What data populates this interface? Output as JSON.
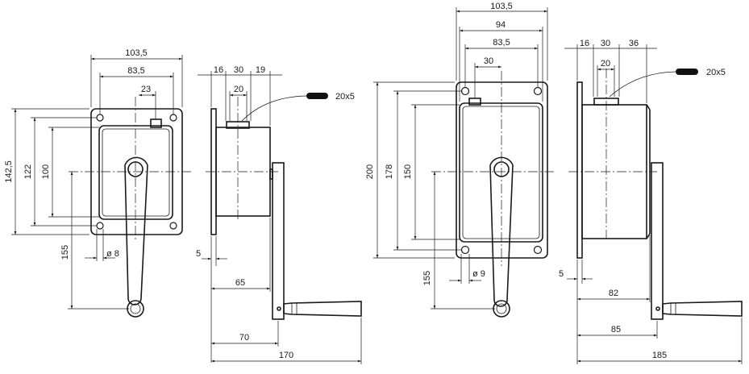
{
  "colors": {
    "line": "#1a1a1a",
    "background": "#ffffff"
  },
  "small_winch": {
    "front": {
      "width_outer": "103,5",
      "width_holes": "83,5",
      "offset_23": "23",
      "height_outer": "142,5",
      "height_holes": "122",
      "height_inner": "100",
      "crank_radius": "155",
      "hole_dia": "ø 8"
    },
    "side": {
      "d16": "16",
      "d30": "30",
      "d19": "19",
      "d20": "20",
      "key_size": "20x5",
      "d5": "5",
      "d65": "65",
      "d70": "70",
      "d170": "170"
    }
  },
  "large_winch": {
    "front": {
      "width_outer": "103,5",
      "width_94": "94",
      "width_holes": "83,5",
      "offset_30": "30",
      "height_outer": "200",
      "height_holes": "178",
      "height_inner": "150",
      "crank_radius": "155",
      "hole_dia": "ø 9"
    },
    "side": {
      "d16": "16",
      "d30": "30",
      "d36": "36",
      "d20": "20",
      "key_size": "20x5",
      "d5": "5",
      "d82": "82",
      "d85": "85",
      "d185": "185"
    }
  }
}
